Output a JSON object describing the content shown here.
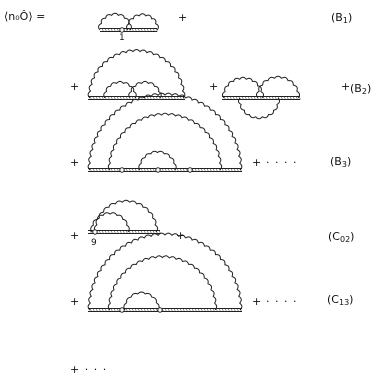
{
  "equation": {
    "lhs": "⟨n₀Ô⟩ =",
    "plus": "+",
    "ellipsis": "· · · ·",
    "trailing_ellipsis": "+ · · ·",
    "labels": [
      {
        "main": "(B",
        "sub": "1",
        "close": ")"
      },
      {
        "main": "(B",
        "sub": "2",
        "close": ")"
      },
      {
        "main": "(B",
        "sub": "3",
        "close": ")"
      },
      {
        "main": "(C",
        "sub": "02",
        "close": ")"
      },
      {
        "main": "(C",
        "sub": "13",
        "close": ")"
      }
    ],
    "vertex_marks": [
      "1",
      "9"
    ]
  }
}
